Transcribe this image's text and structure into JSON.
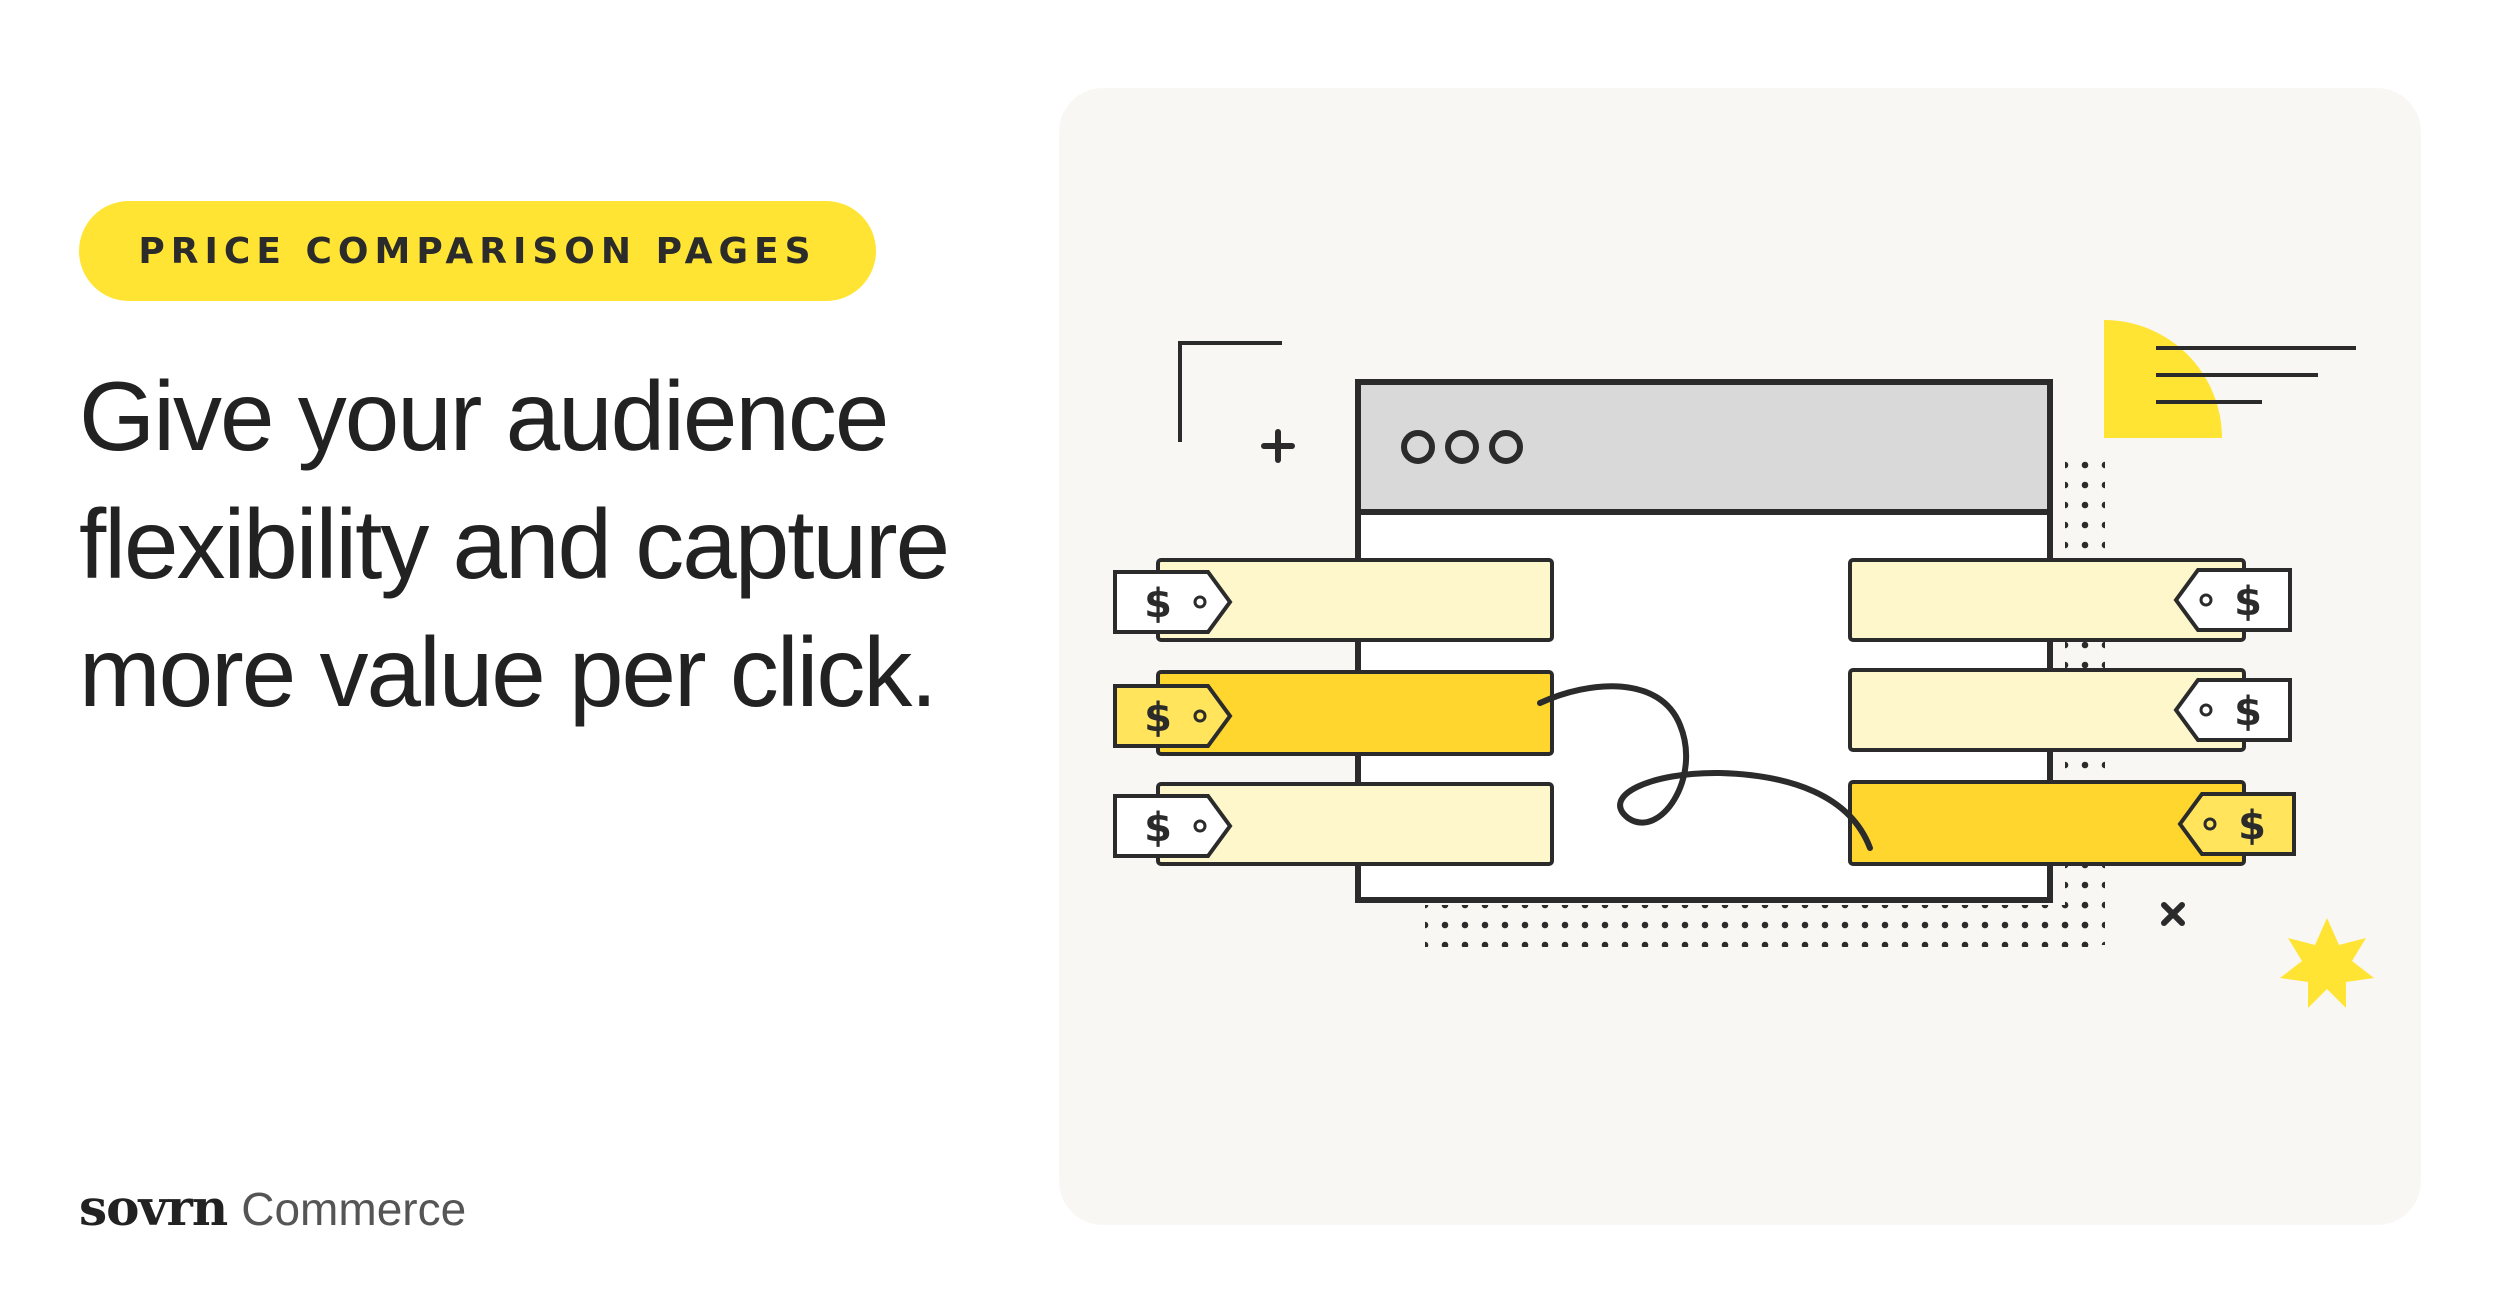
{
  "badge": {
    "label": "PRICE COMPARISON PAGES"
  },
  "headline": {
    "lines": [
      "Give your audience",
      "flexibility and capture",
      "more value per click."
    ]
  },
  "brand": {
    "mark": "sovrn",
    "product": "Commerce"
  },
  "illustration": {
    "price_symbol": "$",
    "colors": {
      "accent_yellow": "#ffe433",
      "bar_pale": "#fdf7cb",
      "bar_bright": "#ffd62e",
      "ink": "#2b2b2b",
      "titlebar": "#d9d9d9",
      "panel_bg": "#f8f7f3"
    },
    "icons": [
      "browser-window-icon",
      "price-tag-icon",
      "plus-icon",
      "close-x-icon",
      "sparkle-icon",
      "half-circle-icon",
      "curly-arrow-icon",
      "dot-grid-icon"
    ]
  }
}
